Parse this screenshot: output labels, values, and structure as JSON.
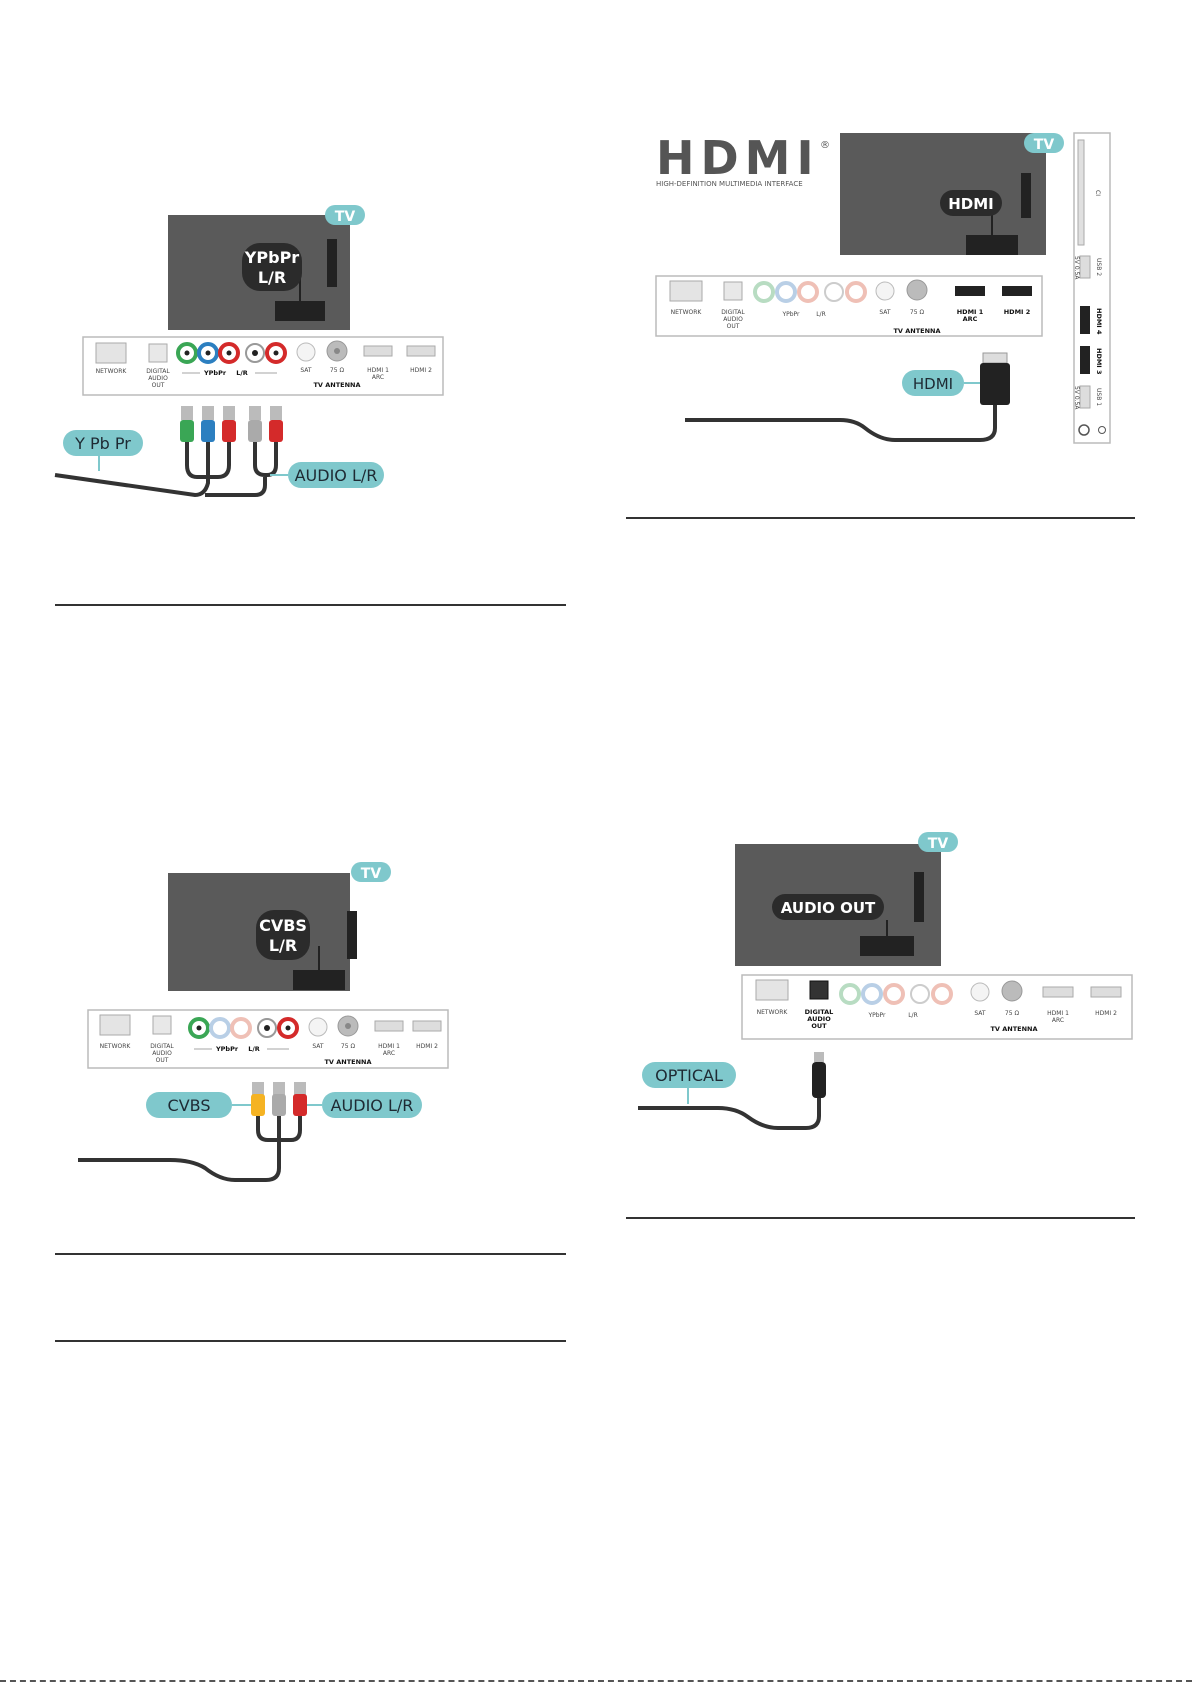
{
  "colors": {
    "tv_body": "#5a5a5a",
    "tv_port": "#222222",
    "teal_pill": "#7fc8cc",
    "dark_pill": "#2b2b2b",
    "panel_border": "#bbbbbb",
    "cable": "#333333",
    "green": "#3aa655",
    "blue": "#2c7fc0",
    "red": "#d42a2a",
    "yellow": "#f5b323",
    "grey": "#b0b0b0",
    "white": "#ffffff"
  },
  "panel": {
    "network": "NETWORK",
    "digital_audio_out": [
      "DIGITAL",
      "AUDIO",
      "OUT"
    ],
    "ypbpr": "YPbPr",
    "lr": "L/R",
    "sat": "SAT",
    "ohm": "75 Ω",
    "tv_antenna": "TV ANTENNA",
    "hdmi1": "HDMI 1",
    "arc": "ARC",
    "hdmi2": "HDMI 2"
  },
  "side_panel": {
    "usb2": "USB 2",
    "hdmi4": "HDMI 4",
    "hdmi3": "HDMI 3",
    "usb1": "USB 1",
    "ci": "CI",
    "service_label": "5V 0.5A"
  },
  "diagram_ypbpr": {
    "tv_badge": "TV",
    "port_label_1": "YPbPr",
    "port_label_2": "L/R",
    "cable_label": "Y Pb Pr",
    "audio_label": "AUDIO L/R"
  },
  "diagram_hdmi": {
    "logo_text": "HDMI",
    "logo_sub": "HIGH-DEFINITION MULTIMEDIA INTERFACE",
    "logo_reg": "®",
    "tv_badge": "TV",
    "port_label": "HDMI",
    "cable_label": "HDMI"
  },
  "diagram_cvbs": {
    "tv_badge": "TV",
    "port_label_1": "CVBS",
    "port_label_2": "L/R",
    "cable_label": "CVBS",
    "audio_label": "AUDIO L/R"
  },
  "diagram_optical": {
    "tv_badge": "TV",
    "port_label": "AUDIO OUT",
    "cable_label": "OPTICAL"
  }
}
